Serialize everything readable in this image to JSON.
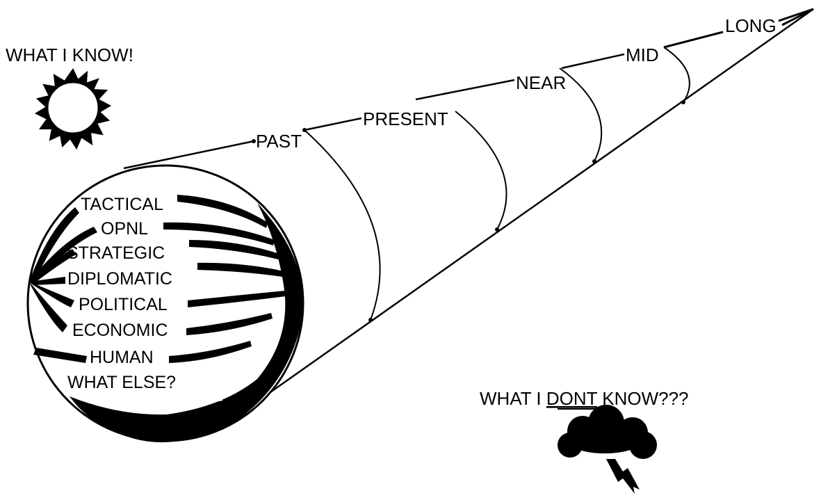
{
  "known_label": "WHAT I KNOW!",
  "unknown": {
    "prefix": "WHAT I ",
    "emphasis": "DONT",
    "suffix": " KNOW???"
  },
  "time_horizons": [
    "PAST",
    "PRESENT",
    "NEAR",
    "MID",
    "LONG"
  ],
  "dimensions": [
    "TACTICAL",
    "OPNL",
    "STRATEGIC",
    "DIPLOMATIC",
    "POLITICAL",
    "ECONOMIC",
    "HUMAN",
    "WHAT ELSE?"
  ],
  "colors": {
    "ink": "#000000",
    "paper": "#ffffff"
  },
  "icons": {
    "known": "sun-icon",
    "unknown": "storm-cloud-icon"
  }
}
